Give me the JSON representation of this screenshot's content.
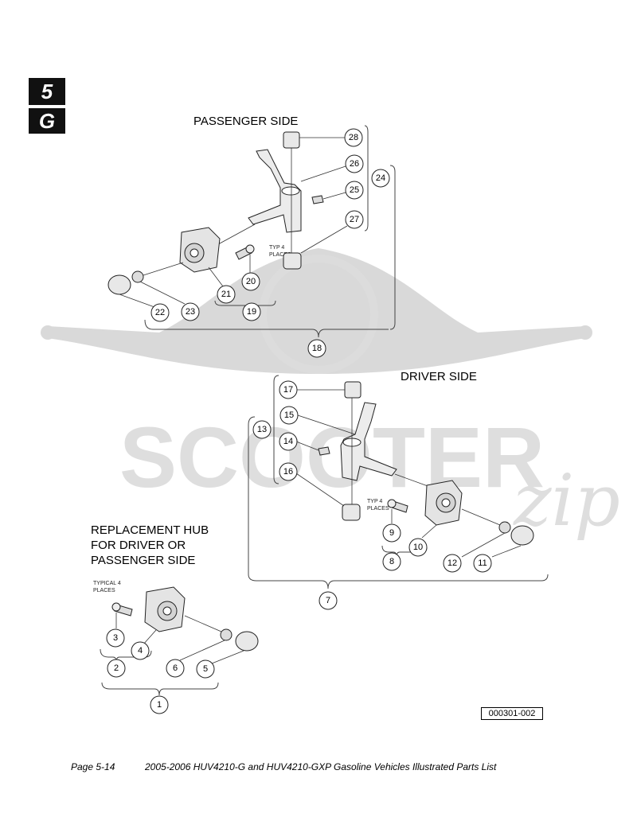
{
  "section_tabs": {
    "number": "5",
    "letter": "G"
  },
  "headings": {
    "passenger_side": "PASSENGER SIDE",
    "driver_side": "DRIVER SIDE",
    "replacement_hub": [
      "REPLACEMENT HUB",
      "FOR DRIVER OR",
      "PASSENGER SIDE"
    ]
  },
  "notes": {
    "typ4_places": [
      "TYP 4",
      "PLACES"
    ],
    "typical4_places": [
      "TYPICAL 4",
      "PLACES"
    ]
  },
  "watermark": {
    "text": "SCOOTER",
    "script": "zip"
  },
  "callouts": [
    "1",
    "2",
    "3",
    "4",
    "5",
    "6",
    "7",
    "8",
    "9",
    "10",
    "11",
    "12",
    "13",
    "14",
    "15",
    "16",
    "17",
    "18",
    "19",
    "20",
    "21",
    "22",
    "23",
    "24",
    "25",
    "26",
    "27",
    "28"
  ],
  "figure_number": "000301-002",
  "footer": {
    "page": "Page 5-14",
    "title": "2005-2006 HUV4210-G and HUV4210-GXP Gasoline Vehicles Illustrated Parts List"
  }
}
